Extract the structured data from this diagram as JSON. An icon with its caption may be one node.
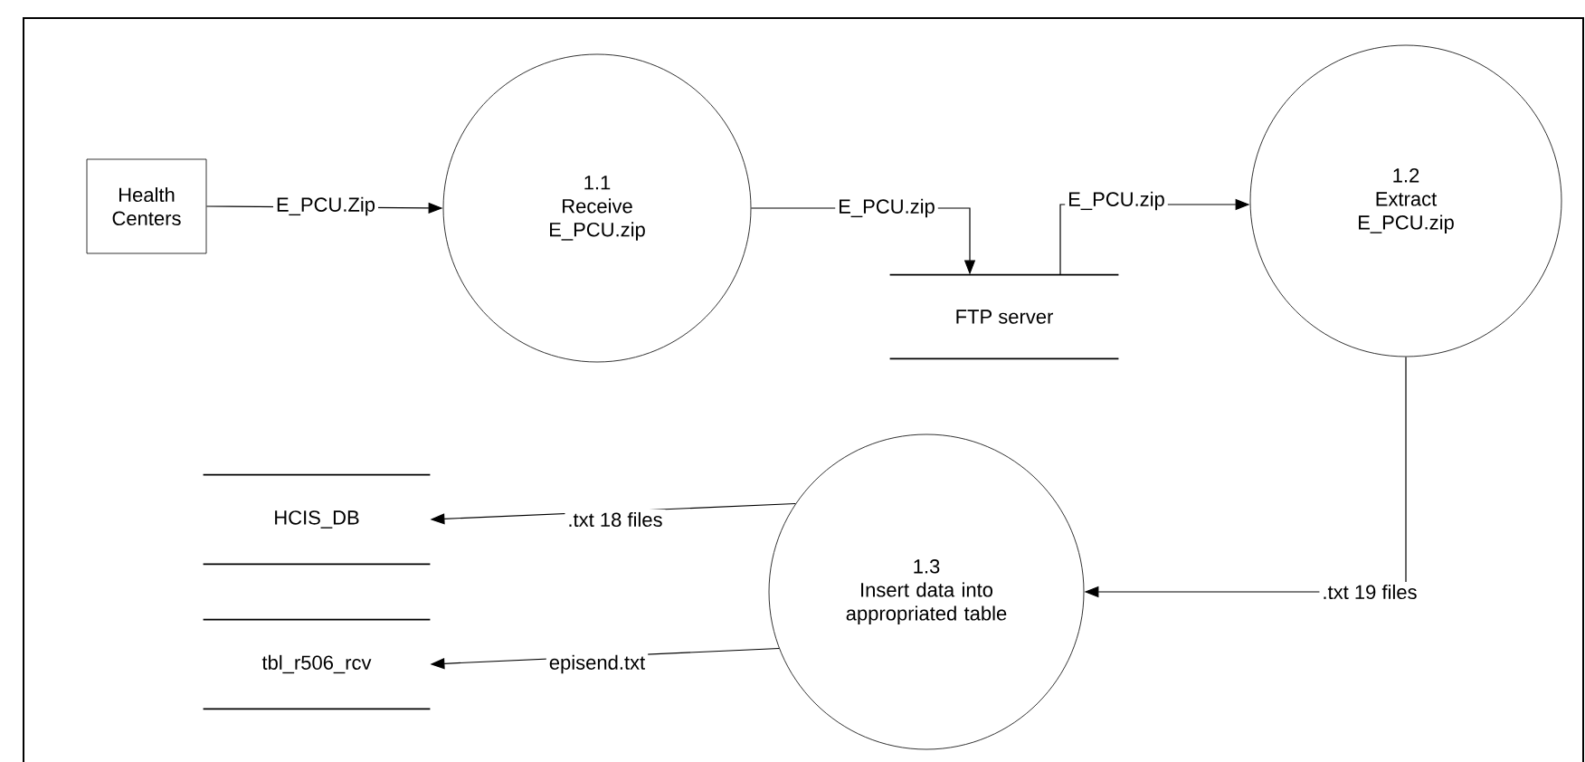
{
  "diagram": {
    "nodes": [
      {
        "text": [
          "Health Centers"
        ]
      },
      {
        "text": [
          "1.1",
          "Receive E_PCU.zip"
        ]
      },
      {
        "text": [
          "FTP server"
        ]
      },
      {
        "text": [
          "1.2",
          "Extract E_PCU.zip"
        ]
      },
      {
        "text": [
          "1.3",
          "Insert data into appropriated table"
        ]
      },
      {
        "text": [
          "HCIS_DB"
        ]
      },
      {
        "text": [
          "tbl_r506_rcv"
        ]
      }
    ],
    "edges": [
      {
        "from": 0,
        "to": 1,
        "arrow": "to",
        "label": "E_PCU.Zip"
      },
      {
        "from": 1,
        "to": 2,
        "arrow": "to",
        "label": "E_PCU.zip"
      },
      {
        "from": 2,
        "to": 3,
        "arrow": "to",
        "label": "E_PCU.zip"
      },
      {
        "from": 3,
        "to": 4,
        "arrow": "to",
        "label": ".txt 19 files"
      },
      {
        "from": 4,
        "to": 5,
        "arrow": "to",
        "label": ".txt 18 files"
      },
      {
        "from": 4,
        "to": 6,
        "arrow": "to",
        "label": "episend.txt"
      }
    ]
  }
}
